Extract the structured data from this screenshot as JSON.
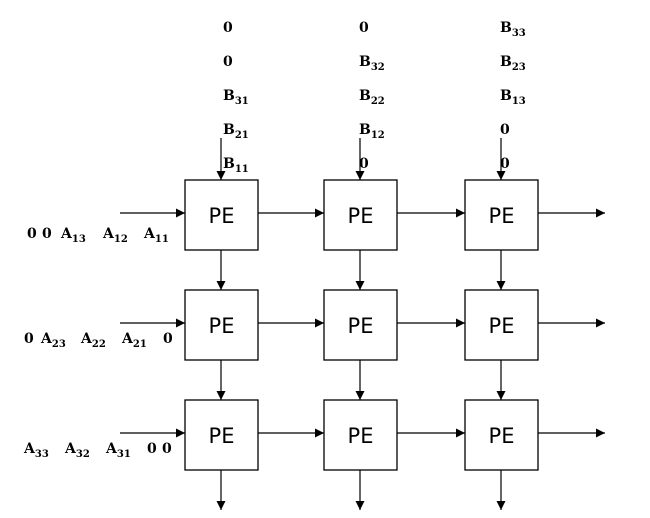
{
  "pe_grid": {
    "rows": 3,
    "cols": 3,
    "cell_label": "PE"
  },
  "column_inputs": [
    [
      {
        "base": "0",
        "sub": ""
      },
      {
        "base": "0",
        "sub": ""
      },
      {
        "base": "B",
        "sub": "31"
      },
      {
        "base": "B",
        "sub": "21"
      },
      {
        "base": "B",
        "sub": "11"
      }
    ],
    [
      {
        "base": "0",
        "sub": ""
      },
      {
        "base": "B",
        "sub": "32"
      },
      {
        "base": "B",
        "sub": "22"
      },
      {
        "base": "B",
        "sub": "12"
      },
      {
        "base": "0",
        "sub": ""
      }
    ],
    [
      {
        "base": "B",
        "sub": "33"
      },
      {
        "base": "B",
        "sub": "23"
      },
      {
        "base": "B",
        "sub": "13"
      },
      {
        "base": "0",
        "sub": ""
      },
      {
        "base": "0",
        "sub": ""
      }
    ]
  ],
  "row_inputs": [
    [
      {
        "base": "0",
        "sub": ""
      },
      {
        "base": "0",
        "sub": ""
      },
      {
        "base": "A",
        "sub": "13"
      },
      {
        "base": "A",
        "sub": "12"
      },
      {
        "base": "A",
        "sub": "11"
      }
    ],
    [
      {
        "base": "0",
        "sub": ""
      },
      {
        "base": "A",
        "sub": "23"
      },
      {
        "base": "A",
        "sub": "22"
      },
      {
        "base": "A",
        "sub": "21"
      },
      {
        "base": "0",
        "sub": ""
      }
    ],
    [
      {
        "base": "A",
        "sub": "33"
      },
      {
        "base": "A",
        "sub": "32"
      },
      {
        "base": "A",
        "sub": "31"
      },
      {
        "base": "0",
        "sub": ""
      },
      {
        "base": "0",
        "sub": ""
      }
    ]
  ],
  "colors": {
    "stroke": "#000000",
    "background": "#ffffff"
  }
}
